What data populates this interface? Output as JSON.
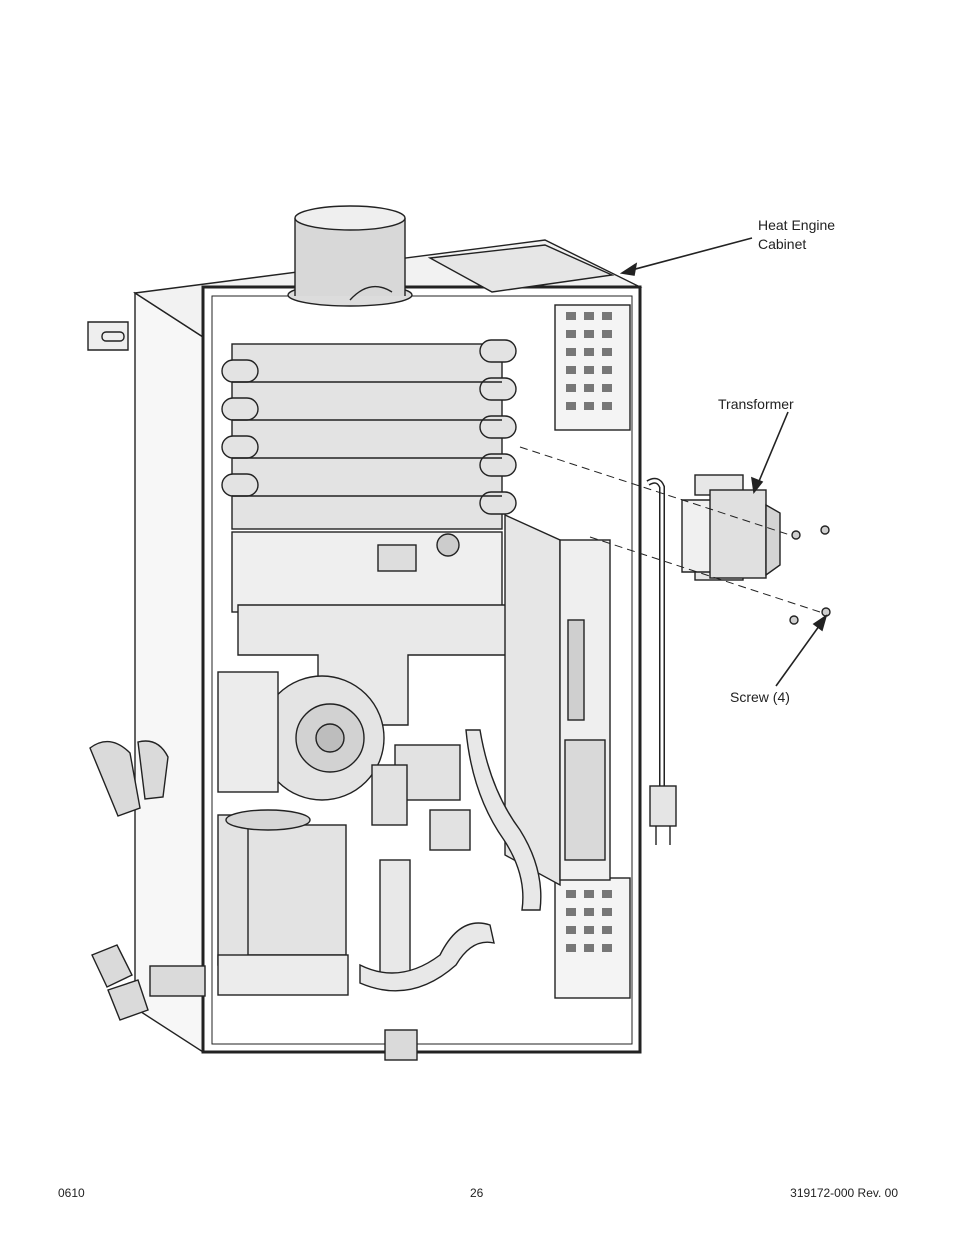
{
  "callouts": {
    "heat_engine_cabinet_line1": "Heat Engine",
    "heat_engine_cabinet_line2": "Cabinet",
    "transformer": "Transformer",
    "screw": "Screw (4)"
  },
  "footer": {
    "date_code": "0610",
    "page_number": "26",
    "doc_number": "319172-000 Rev. 00"
  }
}
